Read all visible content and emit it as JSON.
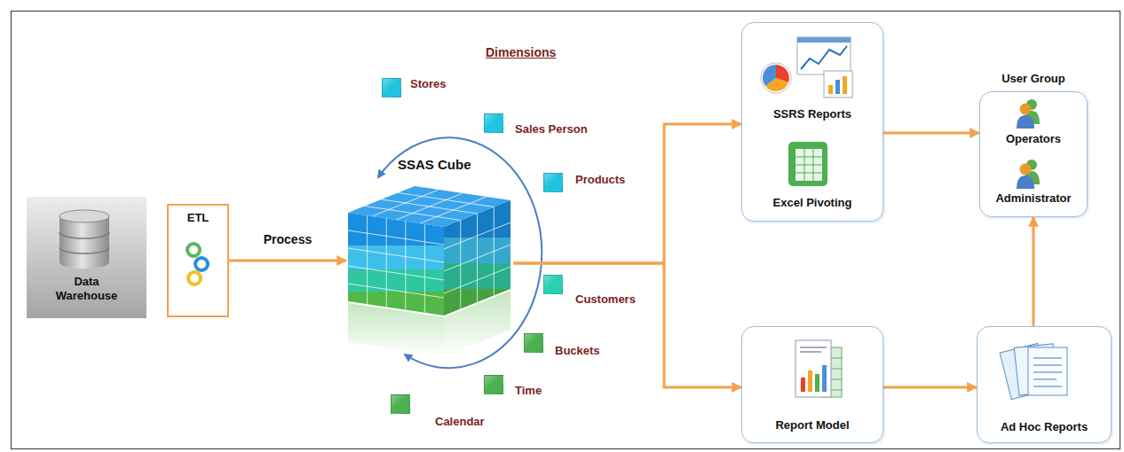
{
  "diagram": {
    "nodes": [
      {
        "text": [
          "Data Warehouse"
        ]
      },
      {
        "text": [
          "ETL"
        ]
      },
      {
        "text": [
          "SSAS Cube"
        ]
      },
      {
        "text": [
          "SSRS Reports",
          "Excel Pivoting"
        ]
      },
      {
        "text": [
          "User Group",
          "Operators",
          "Administrator"
        ]
      },
      {
        "text": [
          "Report Model"
        ]
      },
      {
        "text": [
          "Ad Hoc Reports"
        ]
      }
    ],
    "edges": [
      {
        "from": 1,
        "to": 2,
        "arrow": "to",
        "label": "Process"
      },
      {
        "from": 2,
        "to": 3,
        "arrow": "to"
      },
      {
        "from": 2,
        "to": 5,
        "arrow": "to"
      },
      {
        "from": 3,
        "to": 4,
        "arrow": "to"
      },
      {
        "from": 5,
        "to": 6,
        "arrow": "to"
      },
      {
        "from": 6,
        "to": 4,
        "arrow": "to"
      }
    ],
    "labels": [
      "Dimensions"
    ],
    "legend": [
      {
        "text": "Stores",
        "color": "#21c4e0"
      },
      {
        "text": "Sales Person",
        "color": "#21c4e0"
      },
      {
        "text": "Products",
        "color": "#21c4e0"
      },
      {
        "text": "Customers",
        "color": "#26d0b4"
      },
      {
        "text": "Buckets",
        "color": "#4cb050"
      },
      {
        "text": "Time",
        "color": "#4cb050"
      },
      {
        "text": "Calendar",
        "color": "#4cb050"
      }
    ]
  }
}
